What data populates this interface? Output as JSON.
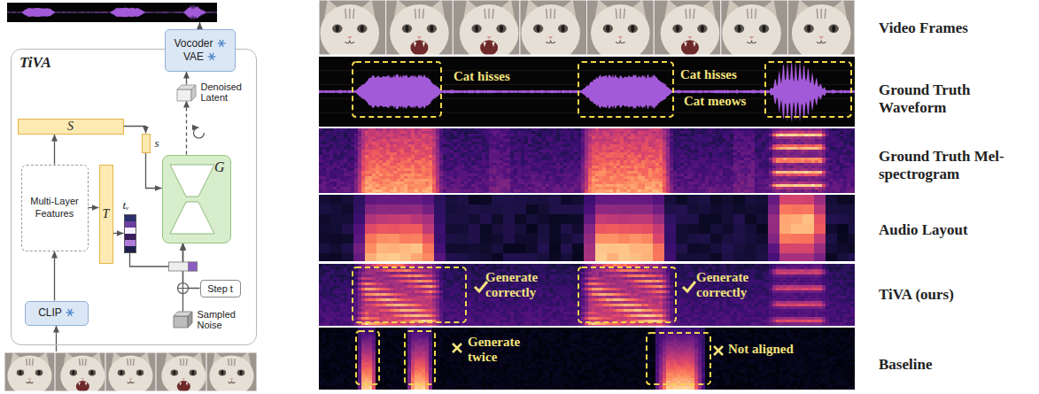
{
  "diagram": {
    "nodes": [
      {
        "text": [
          "TiVA"
        ]
      },
      {
        "text": [
          "Vocoder",
          "VAE"
        ],
        "in": 0
      },
      {
        "text": [
          "Denoised Latent"
        ],
        "in": 0
      },
      {
        "text": [
          "S"
        ],
        "in": 0
      },
      {
        "text": [
          "s"
        ],
        "in": 0
      },
      {
        "text": [
          "G"
        ],
        "in": 0
      },
      {
        "text": [
          "Multi-Layer Features"
        ],
        "in": 0
      },
      {
        "text": [
          "T"
        ],
        "in": 0
      },
      {
        "text": [
          "tᵥ"
        ],
        "in": 0
      },
      {
        "text": [
          "Step t"
        ],
        "in": 0
      },
      {
        "text": [
          "Sampled Noise"
        ],
        "in": 0
      },
      {
        "text": [
          "CLIP"
        ],
        "in": 0
      }
    ],
    "edges": [
      {
        "from": 11,
        "to": 6,
        "arrow": "to"
      },
      {
        "from": 6,
        "to": 3,
        "arrow": "to"
      },
      {
        "from": 6,
        "to": 7,
        "arrow": "to"
      },
      {
        "from": 3,
        "to": 4,
        "arrow": "to"
      },
      {
        "from": 4,
        "to": 5,
        "arrow": "to"
      },
      {
        "from": 7,
        "to": 8,
        "arrow": "to"
      },
      {
        "from": 8,
        "to": 5,
        "arrow": "to"
      },
      {
        "from": 10,
        "to": 5,
        "arrow": "to"
      },
      {
        "from": 9,
        "to": 5,
        "arrow": "to"
      },
      {
        "from": 5,
        "to": 2,
        "arrow": "to"
      },
      {
        "from": 2,
        "to": 1,
        "arrow": "to"
      }
    ],
    "labels": [
      "Cat hisses",
      "Cat hisses",
      "Cat meows",
      "Generate correctly",
      "Generate correctly",
      "Generate twice",
      "Not aligned",
      "Video Frames",
      "Ground Truth Waveform",
      "Ground Truth Mel-spectrogram",
      "Audio Layout",
      "TiVA (ours)",
      "Baseline"
    ]
  }
}
